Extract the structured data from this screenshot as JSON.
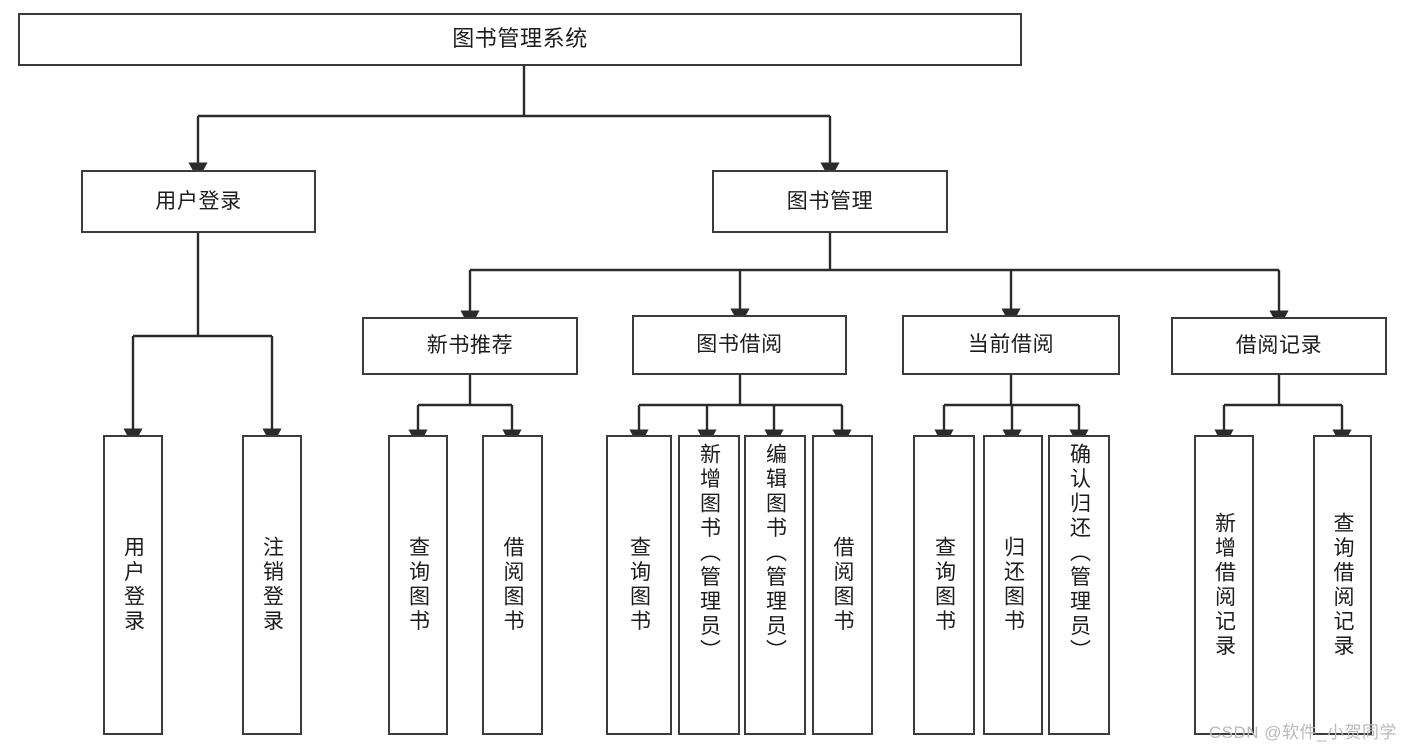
{
  "diagram": {
    "title": "图书管理系统",
    "type": "tree-hierarchy-diagram",
    "colors": {
      "background": "#ffffff",
      "node_border": "#3b3b3b",
      "node_fill": "#ffffff",
      "edge": "#2b2b2b",
      "text": "#1c1c1c",
      "watermark": "#b9b9b9"
    },
    "root": {
      "label": "图书管理系统"
    },
    "level1": [
      {
        "label": "用户登录"
      },
      {
        "label": "图书管理"
      }
    ],
    "level2": [
      {
        "label": "新书推荐"
      },
      {
        "label": "图书借阅"
      },
      {
        "label": "当前借阅"
      },
      {
        "label": "借阅记录"
      }
    ],
    "leaves": {
      "user_login": [
        {
          "label": "用户登录"
        },
        {
          "label": "注销登录"
        }
      ],
      "new_book_recommend": [
        {
          "label": "查询图书"
        },
        {
          "label": "借阅图书"
        }
      ],
      "book_borrow": [
        {
          "label": "查询图书"
        },
        {
          "label": "新增图书（管理员）"
        },
        {
          "label": "编辑图书（管理员）"
        },
        {
          "label": "借阅图书"
        }
      ],
      "current_borrow": [
        {
          "label": "查询图书"
        },
        {
          "label": "归还图书"
        },
        {
          "label": "确认归还（管理员）"
        }
      ],
      "borrow_record": [
        {
          "label": "新增借阅记录"
        },
        {
          "label": "查询借阅记录"
        }
      ]
    }
  },
  "watermark": {
    "text": "CSDN @软件_小贺同学"
  }
}
